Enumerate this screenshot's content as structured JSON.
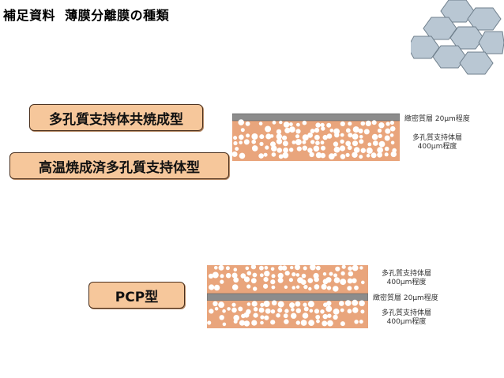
{
  "title": "補足資料  薄膜分離膜の種類",
  "types": {
    "co_sintered": "多孔質支持体共焼成型",
    "high_temp": "高温焼成済多孔質支持体型",
    "pcp": "PCP型"
  },
  "diagram1": {
    "dense_layer_label": "緻密質層 20μm程度",
    "support_label_line1": "多孔質支持体層",
    "support_label_line2": "400μm程度"
  },
  "diagram2": {
    "top_support_line1": "多孔質支持体層",
    "top_support_line2": "400μm程度",
    "dense_layer_label": "緻密質層 20μm程度",
    "bottom_support_line1": "多孔質支持体層",
    "bottom_support_line2": "400μm程度"
  },
  "colors": {
    "support": "#e9a57c",
    "dense": "#8c8c8c",
    "pore": "#ffffff",
    "box_fill": "#f6c79b",
    "box_border": "#4a2f1c",
    "hex_fill": "#b9c7d3"
  }
}
